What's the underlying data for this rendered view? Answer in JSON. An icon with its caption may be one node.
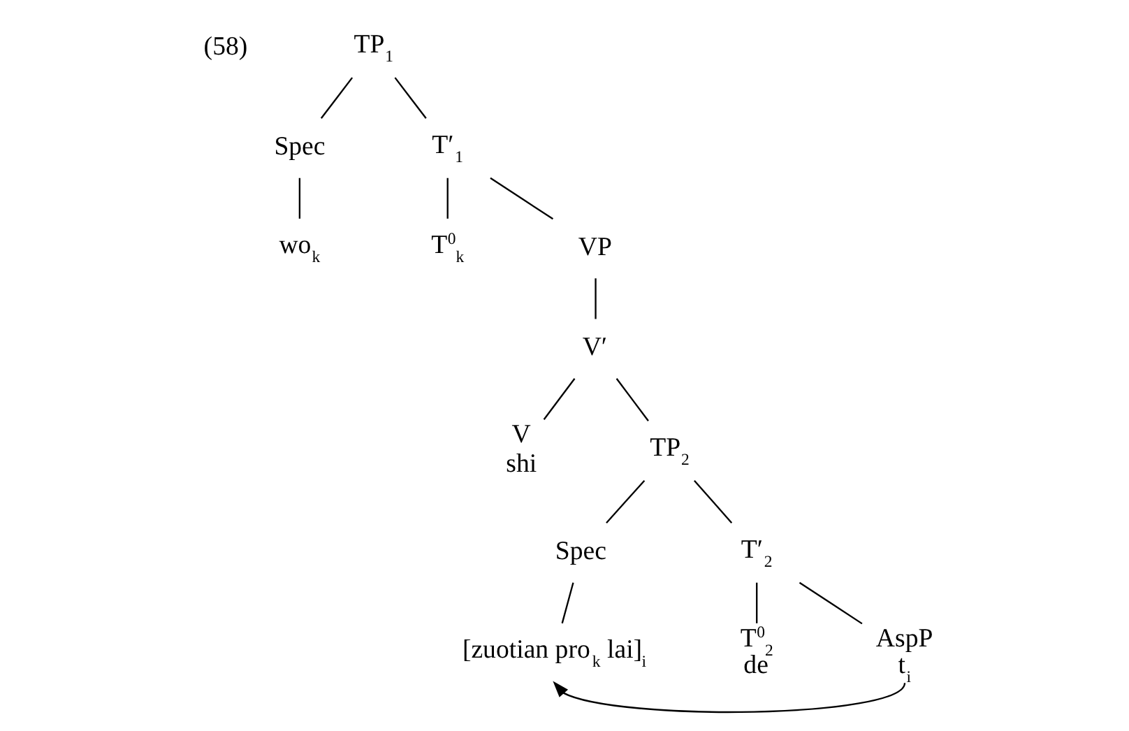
{
  "diagram": {
    "nodes": [
      {
        "text": [
          "TP$_{1}$"
        ]
      },
      {
        "text": [
          "Spec"
        ]
      },
      {
        "text": [
          "T′$_{1}$"
        ]
      },
      {
        "text": [
          "wo$_{k}$"
        ]
      },
      {
        "text": [
          "T$^{0}$$_{k}$"
        ]
      },
      {
        "text": [
          "VP"
        ]
      },
      {
        "text": [
          "V′"
        ]
      },
      {
        "text": [
          "V",
          "shi"
        ]
      },
      {
        "text": [
          "TP$_{2}$"
        ]
      },
      {
        "text": [
          "Spec"
        ]
      },
      {
        "text": [
          "T′$_{2}$"
        ]
      },
      {
        "text": [
          "[zuotian pro$_{k}$ lai]$_{i}$"
        ]
      },
      {
        "text": [
          "T$^{0}$$_{2}$",
          "de"
        ]
      },
      {
        "text": [
          "AspP",
          "t$_{i}$"
        ]
      }
    ],
    "edges": [
      {
        "from": 0,
        "to": 1,
        "arrow": "none"
      },
      {
        "from": 0,
        "to": 2,
        "arrow": "none"
      },
      {
        "from": 1,
        "to": 3,
        "arrow": "none"
      },
      {
        "from": 2,
        "to": 4,
        "arrow": "none"
      },
      {
        "from": 2,
        "to": 5,
        "arrow": "none"
      },
      {
        "from": 5,
        "to": 6,
        "arrow": "none"
      },
      {
        "from": 6,
        "to": 7,
        "arrow": "none"
      },
      {
        "from": 6,
        "to": 8,
        "arrow": "none"
      },
      {
        "from": 8,
        "to": 9,
        "arrow": "none"
      },
      {
        "from": 8,
        "to": 10,
        "arrow": "none"
      },
      {
        "from": 9,
        "to": 11,
        "arrow": "none"
      },
      {
        "from": 10,
        "to": 12,
        "arrow": "none"
      },
      {
        "from": 10,
        "to": 13,
        "arrow": "none"
      },
      {
        "from": 13,
        "to": 11,
        "arrow": "to"
      }
    ],
    "labels": [
      "(58)"
    ]
  }
}
